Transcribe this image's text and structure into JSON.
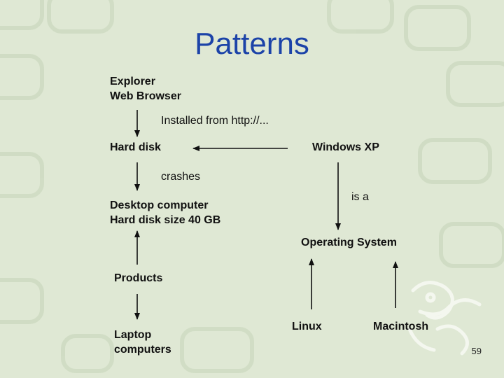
{
  "title": "Patterns",
  "nodes": {
    "explorer": [
      "Explorer",
      "Web Browser"
    ],
    "hard_disk": "Hard disk",
    "windows_xp": "Windows XP",
    "desktop": [
      "Desktop computer",
      "Hard disk size 40 GB"
    ],
    "operating_system": "Operating System",
    "products": "Products",
    "laptop": [
      "Laptop",
      "computers"
    ],
    "linux": "Linux",
    "macintosh": "Macintosh"
  },
  "edges": {
    "installed_from": "Installed from http://...",
    "crashes": "crashes",
    "is_a": "is a"
  },
  "page_number": "59",
  "colors": {
    "background": "#dfe8d4",
    "title": "#1c43a8",
    "decor": "#c9d6bd"
  }
}
